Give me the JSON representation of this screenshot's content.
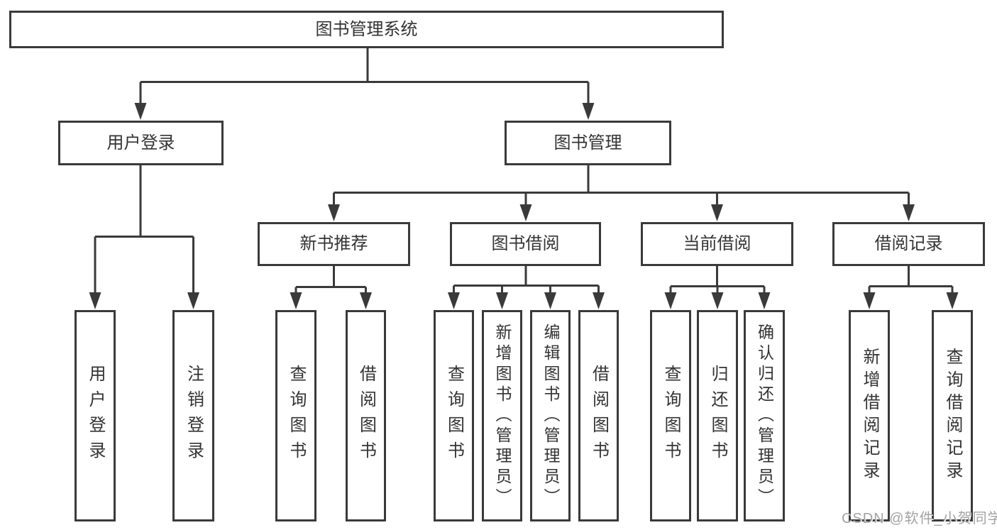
{
  "diagram": {
    "root": "图书管理系统",
    "user_login": {
      "label": "用户登录",
      "children": [
        "用户登录",
        "注销登录"
      ]
    },
    "book_mgmt": {
      "label": "图书管理",
      "sections": [
        {
          "label": "新书推荐",
          "children": [
            "查询图书",
            "借阅图书"
          ]
        },
        {
          "label": "图书借阅",
          "children": [
            "查询图书",
            "新增图书（管理员）",
            "编辑图书（管理员）",
            "借阅图书"
          ]
        },
        {
          "label": "当前借阅",
          "children": [
            "查询图书",
            "归还图书",
            "确认归还（管理员）"
          ]
        },
        {
          "label": "借阅记录",
          "children": [
            "新增借阅记录",
            "查询借阅记录"
          ]
        }
      ]
    }
  },
  "watermark": {
    "text": "CSDN @软件_小贺同学"
  },
  "colors": {
    "line": "#3a3a3a",
    "text": "#333333",
    "background": "#ffffff",
    "watermark": "#a3a3a3"
  }
}
